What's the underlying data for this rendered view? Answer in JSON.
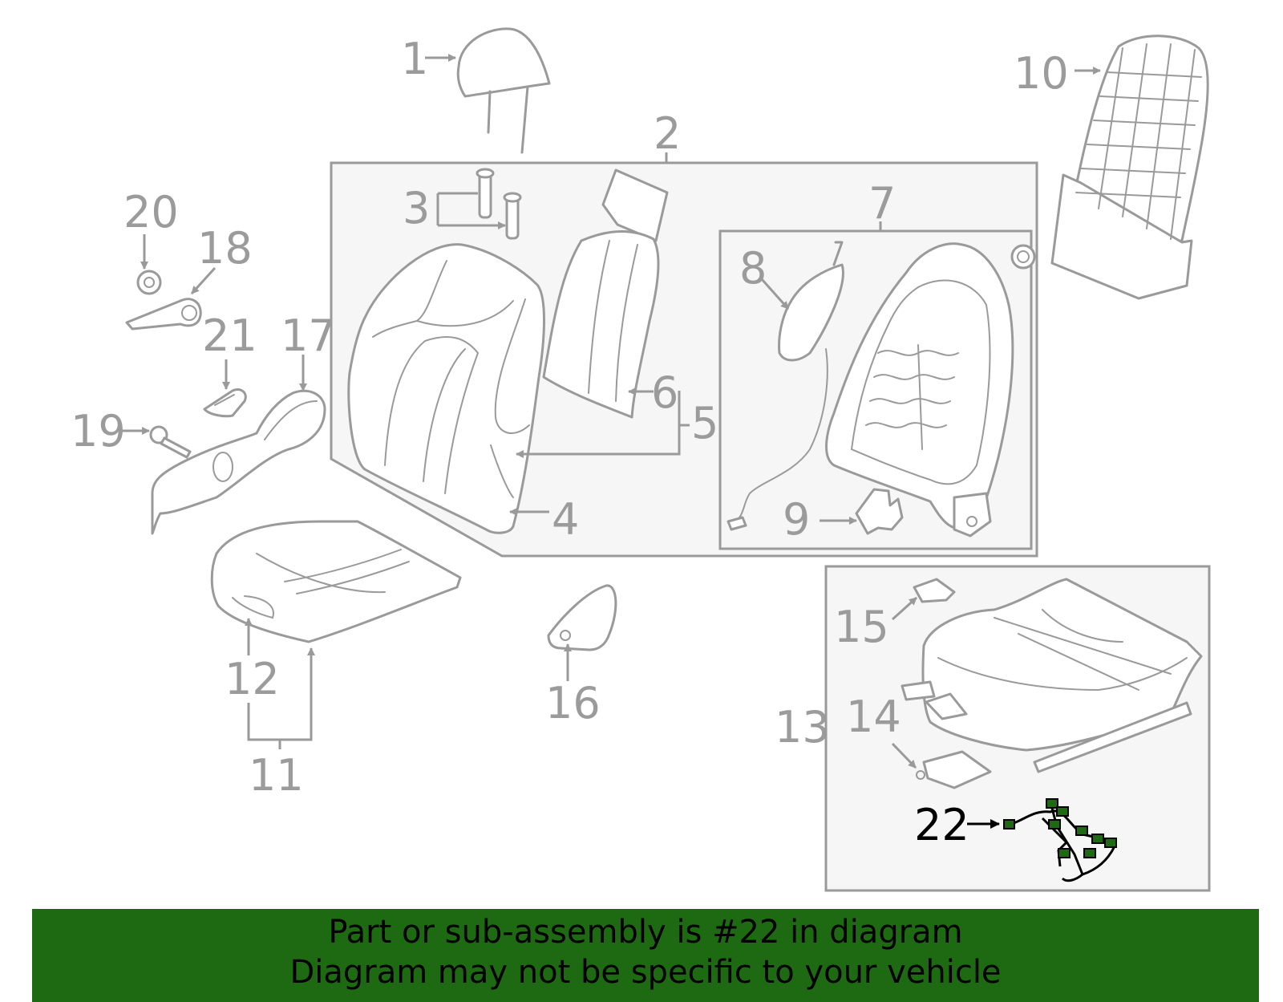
{
  "callouts": {
    "c1": "1",
    "c2": "2",
    "c3": "3",
    "c4": "4",
    "c5": "5",
    "c6": "6",
    "c7": "7",
    "c8": "8",
    "c9": "9",
    "c10": "10",
    "c11": "11",
    "c12": "12",
    "c13": "13",
    "c14": "14",
    "c15": "15",
    "c16": "16",
    "c17": "17",
    "c18": "18",
    "c19": "19",
    "c20": "20",
    "c21": "21",
    "c22": "22"
  },
  "highlighted_part": "22",
  "colors": {
    "line": "#9a9a9a",
    "highlight": "#1e6a12",
    "banner": "#1e6a12"
  },
  "banner": {
    "line1": "Part or sub-assembly is #22 in diagram",
    "line2": "Diagram may not be specific to your vehicle"
  }
}
